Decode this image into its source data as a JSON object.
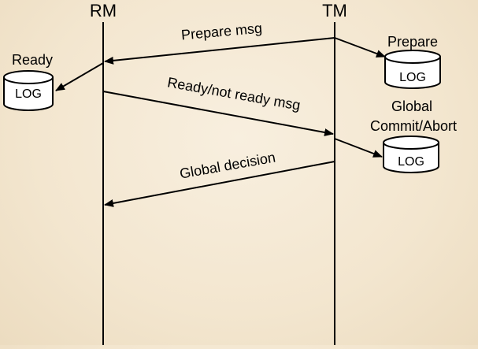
{
  "participants": {
    "rm": "RM",
    "tm": "TM"
  },
  "messages": {
    "prepare": "Prepare msg",
    "ready": "Ready/not ready msg",
    "decision": "Global decision"
  },
  "logs": {
    "rm_ready": {
      "caption": "Ready",
      "label": "LOG"
    },
    "tm_prepare": {
      "caption": "Prepare",
      "label": "LOG"
    },
    "tm_global": {
      "caption_line1": "Global",
      "caption_line2": "Commit/Abort",
      "label": "LOG"
    }
  },
  "colors": {
    "background": "#f3e6cf",
    "ink": "#000000",
    "cylinder_fill": "#ffffff"
  }
}
